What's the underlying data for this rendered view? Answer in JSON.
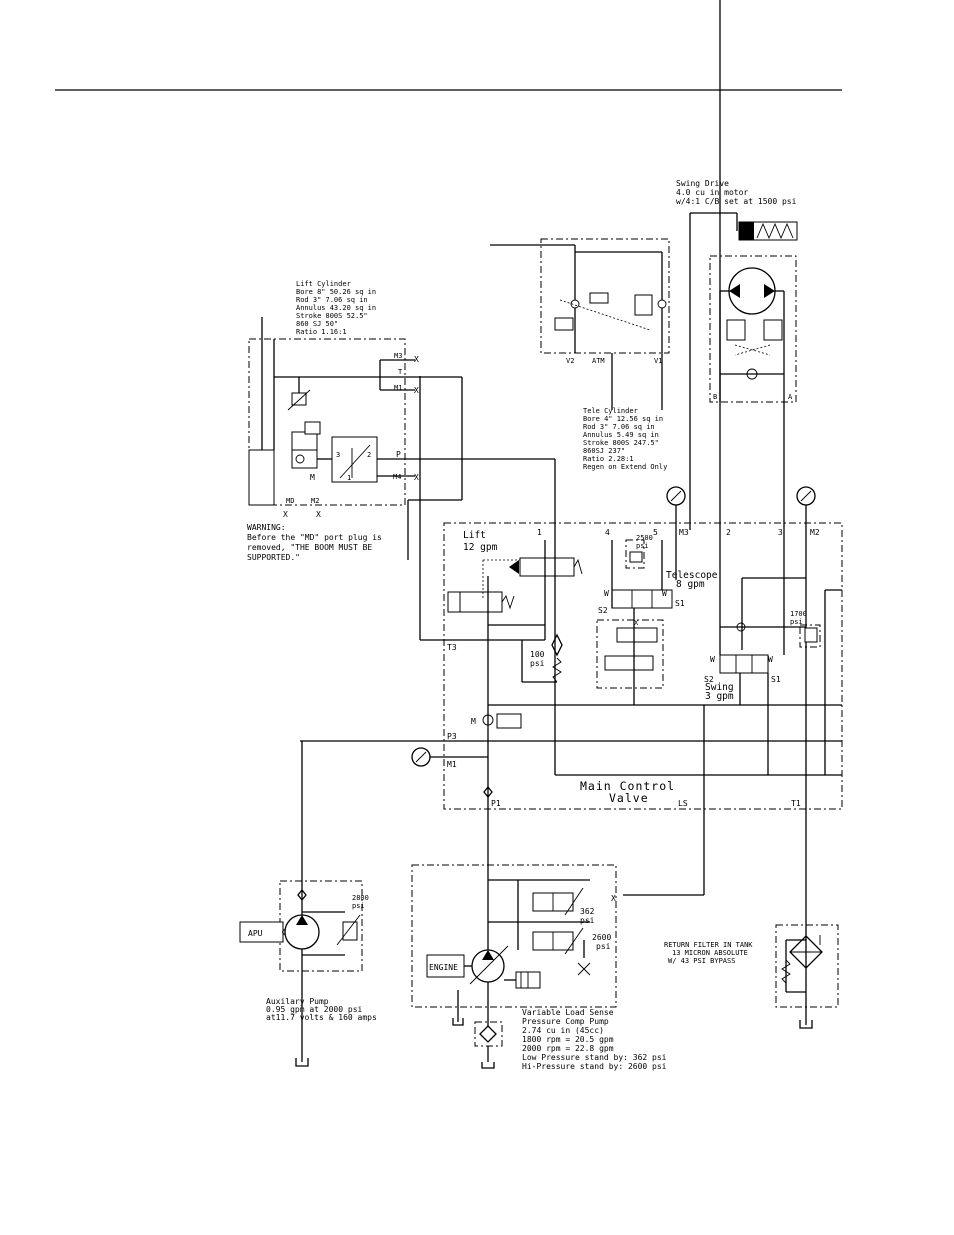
{
  "lift_cylinder": {
    "lines": [
      "Lift Cylinder",
      "Bore    8\"    50.26 sq in",
      "Rod     3\"     7.06 sq in",
      "Annulus      43.20 sq in",
      "Stroke 800S  52.5\"",
      "       860 SJ 50\"",
      "Ratio         1.16:1"
    ]
  },
  "swing_drive": {
    "lines": [
      "Swing Drive",
      "4.0 cu in motor",
      "w/4:1 C/B set at 1500 psi"
    ]
  },
  "tele_cylinder": {
    "lines": [
      "Tele Cylinder",
      "Bore   4\" 12.56 sq in",
      "Rod    3\"  7.06 sq in",
      "Annulus    5.49 sq in",
      "Stroke 800S  247.5\"",
      "       860SJ 237\"",
      "Ratio        2.28:1",
      "Regen on Extend Only"
    ]
  },
  "warning": {
    "lines": [
      "WARNING:",
      "Before the \"MD\" port plug is",
      "removed, \"THE BOOM MUST BE",
      "SUPPORTED.\""
    ]
  },
  "lift_section": {
    "name": "Lift",
    "flow": "12 gpm",
    "relief": "100",
    "relief_unit": "psi"
  },
  "telescope_section": {
    "name": "Telescope",
    "flow": "8 gpm",
    "relief": "2500",
    "relief_unit": "psi"
  },
  "swing_section": {
    "name": "Swing",
    "flow": "3 gpm",
    "relief": "1700",
    "relief_unit": "psi"
  },
  "main_valve": {
    "line1": "Main Control",
    "line2": "Valve"
  },
  "ports": {
    "m3": "M3",
    "t": "T",
    "m1": "M1",
    "p": "P",
    "m4": "M4",
    "md": "MD",
    "m2": "M2",
    "v2": "V2",
    "atm": "ATM",
    "v1": "V1",
    "b": "B",
    "a": "A",
    "n1": "1",
    "n4": "4",
    "n5": "5",
    "n2": "2",
    "n3": "3",
    "m3b": "M3",
    "m2b": "M2",
    "t3": "T3",
    "p3": "P3",
    "m1b": "M1",
    "p1": "P1",
    "ls": "LS",
    "t1": "T1",
    "w": "W",
    "s1": "S1",
    "s2": "S2",
    "x": "X",
    "m": "M",
    "v3": "3",
    "v2n": "2",
    "v1n": "1"
  },
  "aux_pump": {
    "apu": "APU",
    "relief": "2800",
    "relief_unit": "psi",
    "lines": [
      "Auxilary Pump",
      "0.95 gpm at 2000 psi",
      "at11.7 volts & 160 amps"
    ]
  },
  "main_pump": {
    "engine": "ENGINE",
    "low_setting": "362",
    "high_setting": "2600",
    "unit": "psi",
    "x_port": "X",
    "lines": [
      "Variable Load Sense",
      "Pressure Comp Pump",
      "2.74 cu in (45cc)",
      "1800 rpm = 20.5 gpm",
      "2000 rpm = 22.8 gpm",
      "Low Pressure stand by: 362 psi",
      "Hi-Pressure stand by: 2600 psi"
    ]
  },
  "return_filter": {
    "lines": [
      "RETURN FILTER IN TANK",
      "13 MICRON ABSOLUTE",
      "W/ 43 PSI BYPASS"
    ]
  }
}
